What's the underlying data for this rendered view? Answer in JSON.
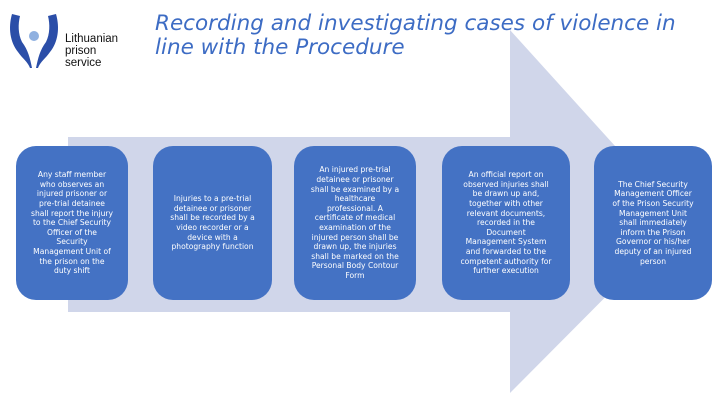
{
  "logo": {
    "text": "Lithuanian\nprison\nservice"
  },
  "title": "Recording and investigating cases of violence in\nline with the Procedure",
  "steps": [
    {
      "text": "Any staff member\nwho observes an\ninjured prisoner or\npre-trial detainee\nshall report the injury\nto the Chief Security\nOfficer of the\nSecurity\nManagement Unit of\nthe prison on the\nduty shift"
    },
    {
      "text": "Injuries to a pre-trial\ndetainee or prisoner\nshall be recorded by a\nvideo recorder or a\ndevice with a\nphotography function"
    },
    {
      "text": "An injured pre-trial\ndetainee or prisoner\nshall be examined by a\nhealthcare\nprofessional. A\ncertificate of medical\nexamination of the\ninjured person shall be\ndrawn up, the injuries\nshall be marked on the\nPersonal Body Contour\nForm"
    },
    {
      "text": "An official report on\nobserved injuries shall\nbe drawn up and,\ntogether with other\nrelevant documents,\nrecorded in the\nDocument\nManagement System\nand forwarded to the\ncompetent authority for\nfurther execution"
    },
    {
      "text": "The Chief Security\nManagement Officer\nof the Prison Security\nManagement Unit\nshall immediately\ninform the Prison\nGovernor or his/her\ndeputy of an injured\nperson"
    }
  ],
  "colors": {
    "box": "#4472c4",
    "arrow": "#d0d6ea",
    "title": "#3d6cc4"
  }
}
